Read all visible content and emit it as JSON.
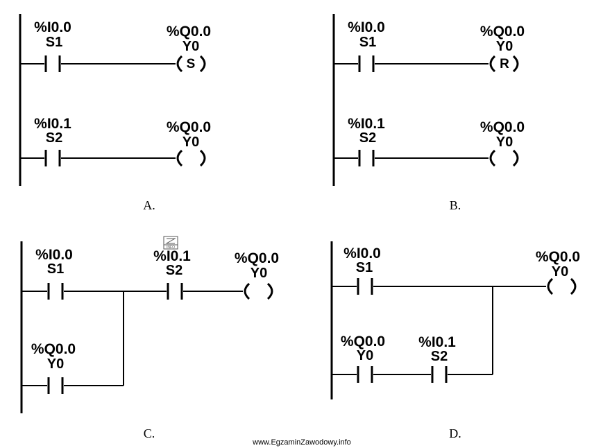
{
  "diagrams": {
    "A": {
      "caption": "A.",
      "rung1": {
        "contact": {
          "address": "%I0.0",
          "name": "S1"
        },
        "coil": {
          "address": "%Q0.0",
          "name": "Y0",
          "letter": "S"
        }
      },
      "rung2": {
        "contact": {
          "address": "%I0.1",
          "name": "S2"
        },
        "coil": {
          "address": "%Q0.0",
          "name": "Y0",
          "letter": ""
        }
      }
    },
    "B": {
      "caption": "B.",
      "rung1": {
        "contact": {
          "address": "%I0.0",
          "name": "S1"
        },
        "coil": {
          "address": "%Q0.0",
          "name": "Y0",
          "letter": "R"
        }
      },
      "rung2": {
        "contact": {
          "address": "%I0.1",
          "name": "S2"
        },
        "coil": {
          "address": "%Q0.0",
          "name": "Y0",
          "letter": ""
        }
      }
    },
    "C": {
      "caption": "C.",
      "contact_main": {
        "address": "%I0.0",
        "name": "S1"
      },
      "contact_series": {
        "address": "%I0.1",
        "name": "S2"
      },
      "contact_holding": {
        "address": "%Q0.0",
        "name": "Y0"
      },
      "coil": {
        "address": "%Q0.0",
        "name": "Y0"
      }
    },
    "D": {
      "caption": "D.",
      "contact_main": {
        "address": "%I0.0",
        "name": "S1"
      },
      "contact_holding": {
        "address": "%Q0.0",
        "name": "Y0"
      },
      "contact_series": {
        "address": "%I0.1",
        "name": "S2"
      },
      "coil": {
        "address": "%Q0.0",
        "name": "Y0"
      }
    }
  },
  "watermark": "www.EgzaminZawodowy.info"
}
